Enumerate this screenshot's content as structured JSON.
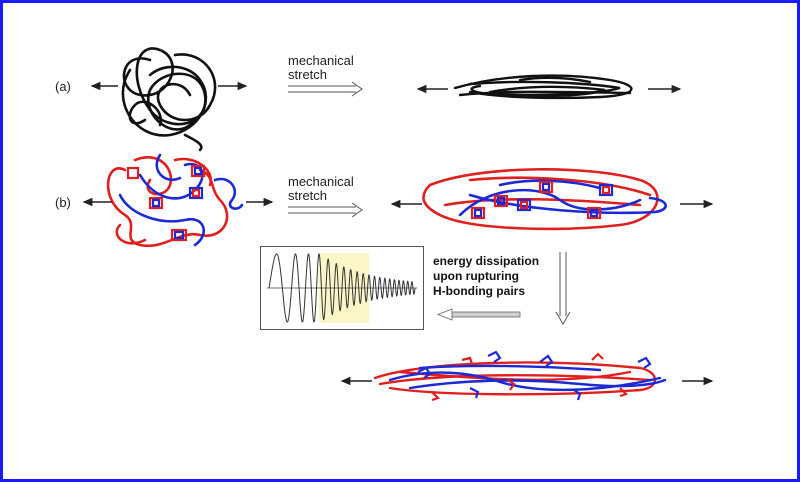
{
  "labels": {
    "panel_a": "(a)",
    "panel_b": "(b)",
    "stretch_a_line1": "mechanical",
    "stretch_a_line2": "stretch",
    "stretch_b_line1": "mechanical",
    "stretch_b_line2": "stretch",
    "dissipation_line1": "energy dissipation",
    "dissipation_line2": "upon rupturing",
    "dissipation_line3": "H-bonding pairs"
  },
  "colors": {
    "frame": "#1a1aff",
    "polymer_black": "#111111",
    "polymer_red": "#e0201e",
    "polymer_blue": "#1c2ad6",
    "arrow": "#222222",
    "inset_highlight": "#fbf6c8"
  },
  "icons": {
    "hbond_pair": "h-bond-pair-icon",
    "ruptured_bond": "ruptured-h-bond-icon",
    "decay_plot": "damped-oscillation-icon"
  }
}
